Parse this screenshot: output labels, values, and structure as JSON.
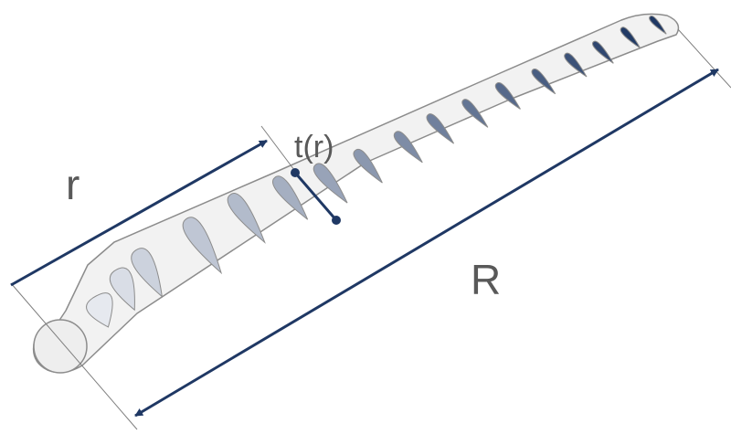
{
  "labels": {
    "local_radius": "r",
    "thickness": "t(r)",
    "blade_radius": "R"
  },
  "colors": {
    "blade_fill": "#f2f2f2",
    "blade_outline": "#8c8c8c",
    "dimension_line": "#1f3864",
    "marker": "#1f3864",
    "section_light": "#e6e9ef",
    "section_dark": "#1f3864",
    "label_text": "#595959"
  }
}
